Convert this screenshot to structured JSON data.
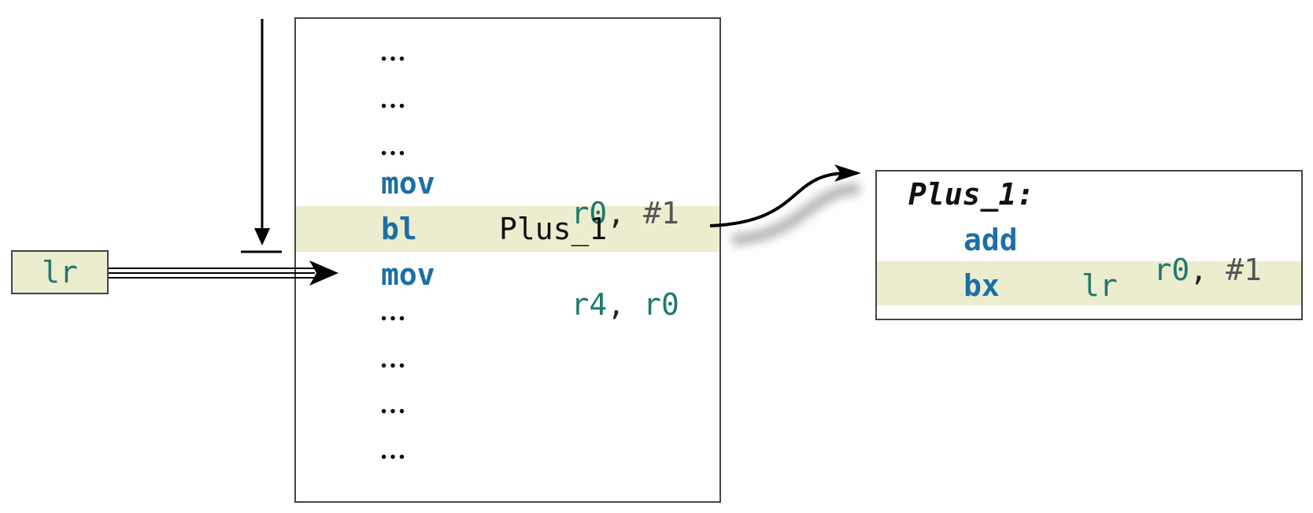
{
  "register_box": {
    "label": "lr"
  },
  "main_code": {
    "lines": [
      {
        "type": "dots",
        "text": "…"
      },
      {
        "type": "dots",
        "text": "…"
      },
      {
        "type": "dots",
        "text": "…"
      },
      {
        "type": "instr",
        "op": "mov",
        "arg1": "r0",
        "sep": ",",
        "arg2": "#1"
      },
      {
        "type": "instr",
        "op": "bl",
        "arg1": "Plus_1",
        "highlighted": true
      },
      {
        "type": "instr",
        "op": "mov",
        "arg1": "r4",
        "sep": ",",
        "arg2": "r0"
      },
      {
        "type": "dots",
        "text": "…"
      },
      {
        "type": "dots",
        "text": "…"
      },
      {
        "type": "dots",
        "text": "…"
      },
      {
        "type": "dots",
        "text": "…"
      }
    ]
  },
  "subroutine": {
    "label": "Plus_1:",
    "lines": [
      {
        "op": "add",
        "arg1": "r0",
        "sep": ",",
        "arg2": "#1"
      },
      {
        "op": "bx",
        "arg1": "lr",
        "highlighted": true
      }
    ]
  }
}
